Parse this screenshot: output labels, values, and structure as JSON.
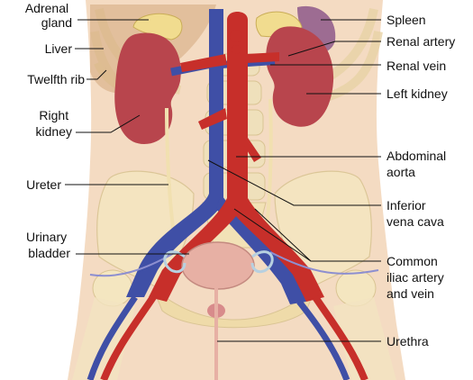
{
  "labels": {
    "adrenal_gland": [
      "Adrenal",
      "gland"
    ],
    "liver": "Liver",
    "twelfth_rib": "Twelfth rib",
    "right_kidney": [
      "Right",
      "kidney"
    ],
    "ureter": "Ureter",
    "urinary_bladder": [
      "Urinary",
      "bladder"
    ],
    "spleen": "Spleen",
    "renal_artery": "Renal artery",
    "renal_vein": "Renal vein",
    "left_kidney": "Left kidney",
    "abdominal_aorta": [
      "Abdominal",
      "aorta"
    ],
    "inferior_vena_cava": [
      "Inferior",
      "vena cava"
    ],
    "common_iliac": [
      "Common",
      "iliac artery",
      "and vein"
    ],
    "urethra": "Urethra"
  },
  "colors": {
    "skin": "#f0cfae",
    "bone": "#f4e6c0",
    "kidney": "#b8454d",
    "artery": "#c72f2a",
    "vein": "#3f4fa6",
    "adrenal": "#f1dc8f",
    "bladder": "#e7b0a4",
    "spleen": "#9d6c92"
  }
}
